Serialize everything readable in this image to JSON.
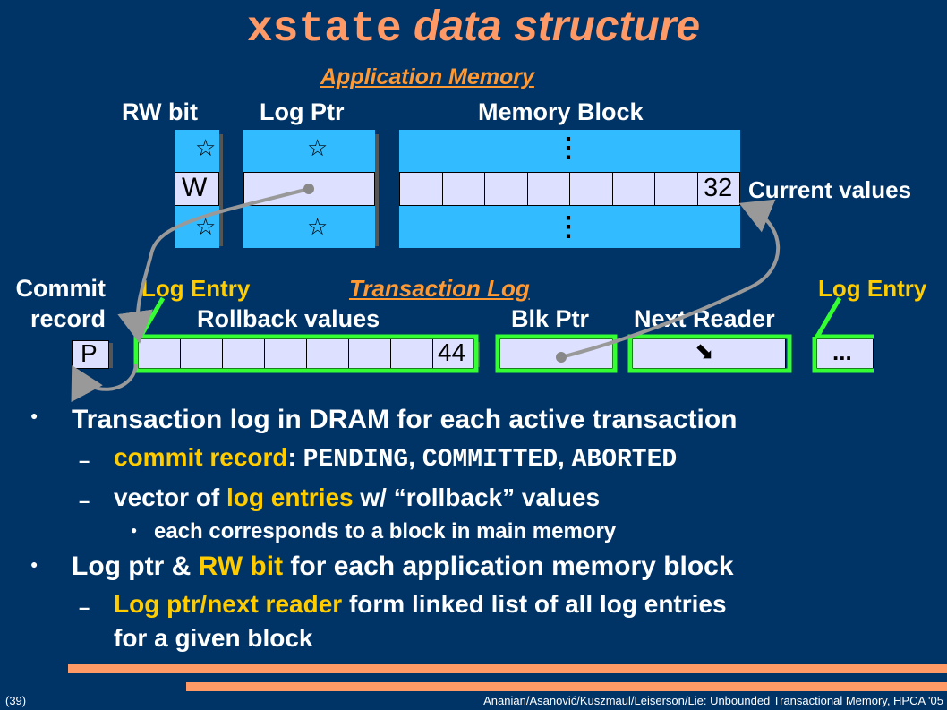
{
  "title": {
    "mono": "xstate",
    "rest": " data structure"
  },
  "diagram": {
    "app_memory_label": "Application Memory",
    "rw_bit_header": "RW bit",
    "log_ptr_header": "Log Ptr",
    "memory_block_header": "Memory Block",
    "rw_value": "W",
    "mem_value": "32",
    "current_values_label": "Current values",
    "commit_record_label_1": "Commit",
    "commit_record_label_2": "record",
    "log_entry_left": "Log Entry",
    "transaction_log_label": "Transaction Log",
    "log_entry_right": "Log Entry",
    "rollback_values_header": "Rollback values",
    "blk_ptr_header": "Blk Ptr",
    "next_reader_header": "Next Reader",
    "commit_value": "P",
    "rollback_value": "44",
    "ellipsis": "...",
    "star": "☆",
    "vdots": "⋮"
  },
  "bullets": {
    "b1": "Transaction log in DRAM for each active transaction",
    "b1a_label": "commit record",
    "b1a_sep": ": ",
    "b1a_v1": "PENDING",
    "b1a_c1": ", ",
    "b1a_v2": "COMMITTED",
    "b1a_c2": ", ",
    "b1a_v3": "ABORTED",
    "b1b_pre": "vector of ",
    "b1b_hl": "log entries",
    "b1b_post": " w/ “rollback” values",
    "b1b1": "each corresponds to a block in main memory",
    "b2_pre": "Log ptr & ",
    "b2_hl": "RW bit",
    "b2_post": " for each application memory block",
    "b2a_hl": "Log ptr/next reader",
    "b2a_post": " form linked list of all log entries",
    "b2a_line2": "for a given block"
  },
  "footer": {
    "page": "(39)",
    "citation": "Ananian/Asanović/Kuszmaul/Leiserson/Lie: Unbounded Transactional Memory, HPCA '05"
  },
  "colors": {
    "background": "#003366",
    "title": "#ff9966",
    "highlight": "#ffcc00",
    "memory_cell": "#33bbff",
    "log_entry_outline": "#33ff33"
  }
}
